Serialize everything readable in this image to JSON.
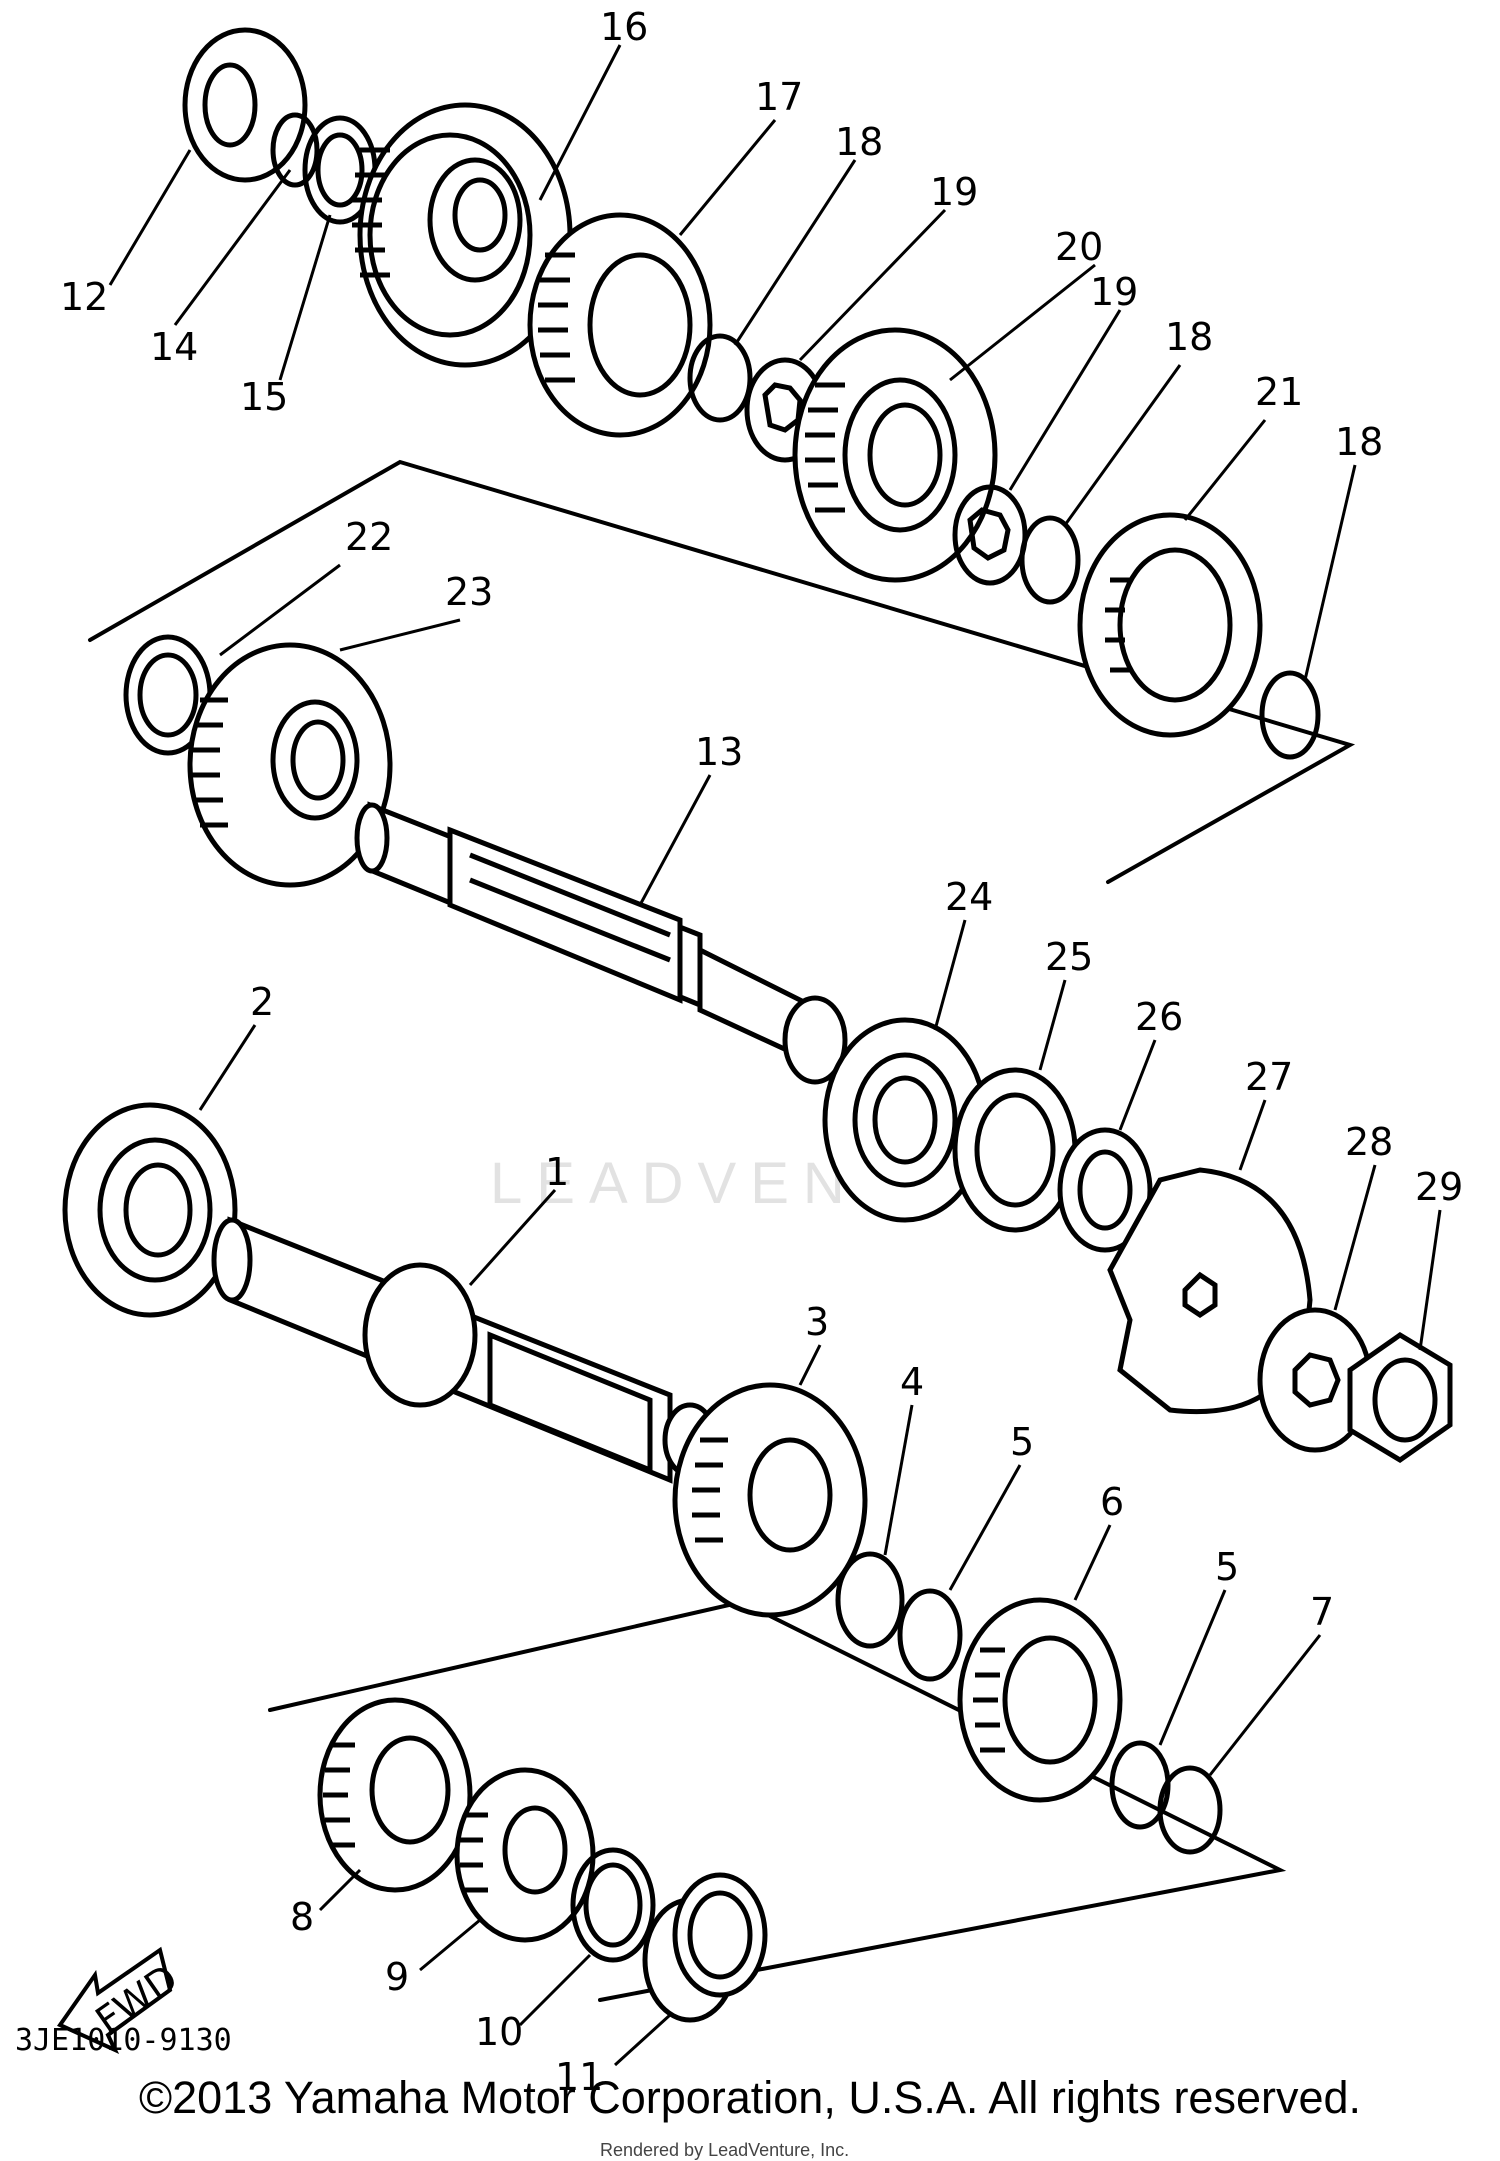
{
  "diagram": {
    "part_code": "3JE1010-9130",
    "fwd_label": "FWD",
    "watermark": "LEADVENTURE",
    "copyright": "©2013 Yamaha Motor Corporation, U.S.A. All rights reserved.",
    "rendered_by": "Rendered by LeadVenture, Inc."
  },
  "callouts": [
    "1",
    "2",
    "3",
    "4",
    "5",
    "5",
    "6",
    "7",
    "8",
    "9",
    "10",
    "11",
    "12",
    "13",
    "14",
    "15",
    "16",
    "17",
    "18",
    "18",
    "18",
    "19",
    "19",
    "20",
    "21",
    "22",
    "23",
    "24",
    "25",
    "26",
    "27",
    "28",
    "29"
  ]
}
